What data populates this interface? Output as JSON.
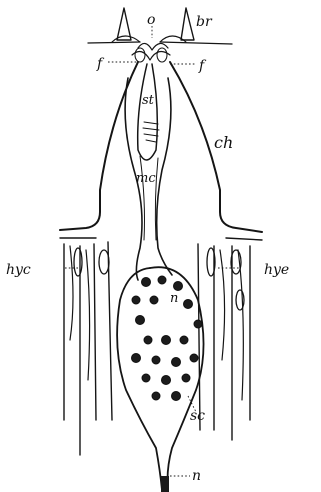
{
  "figure": {
    "labels": {
      "o": "o",
      "br": "br",
      "f_left": "f",
      "f_right": "f",
      "st": "st",
      "ch": "ch",
      "mc": "mc",
      "hyc": "hyc",
      "hye": "hye",
      "n_nucleus": "n",
      "sc": "sc",
      "n_nerve": "n"
    },
    "colors": {
      "ink": "#151515",
      "paper": "#ffffff"
    }
  }
}
